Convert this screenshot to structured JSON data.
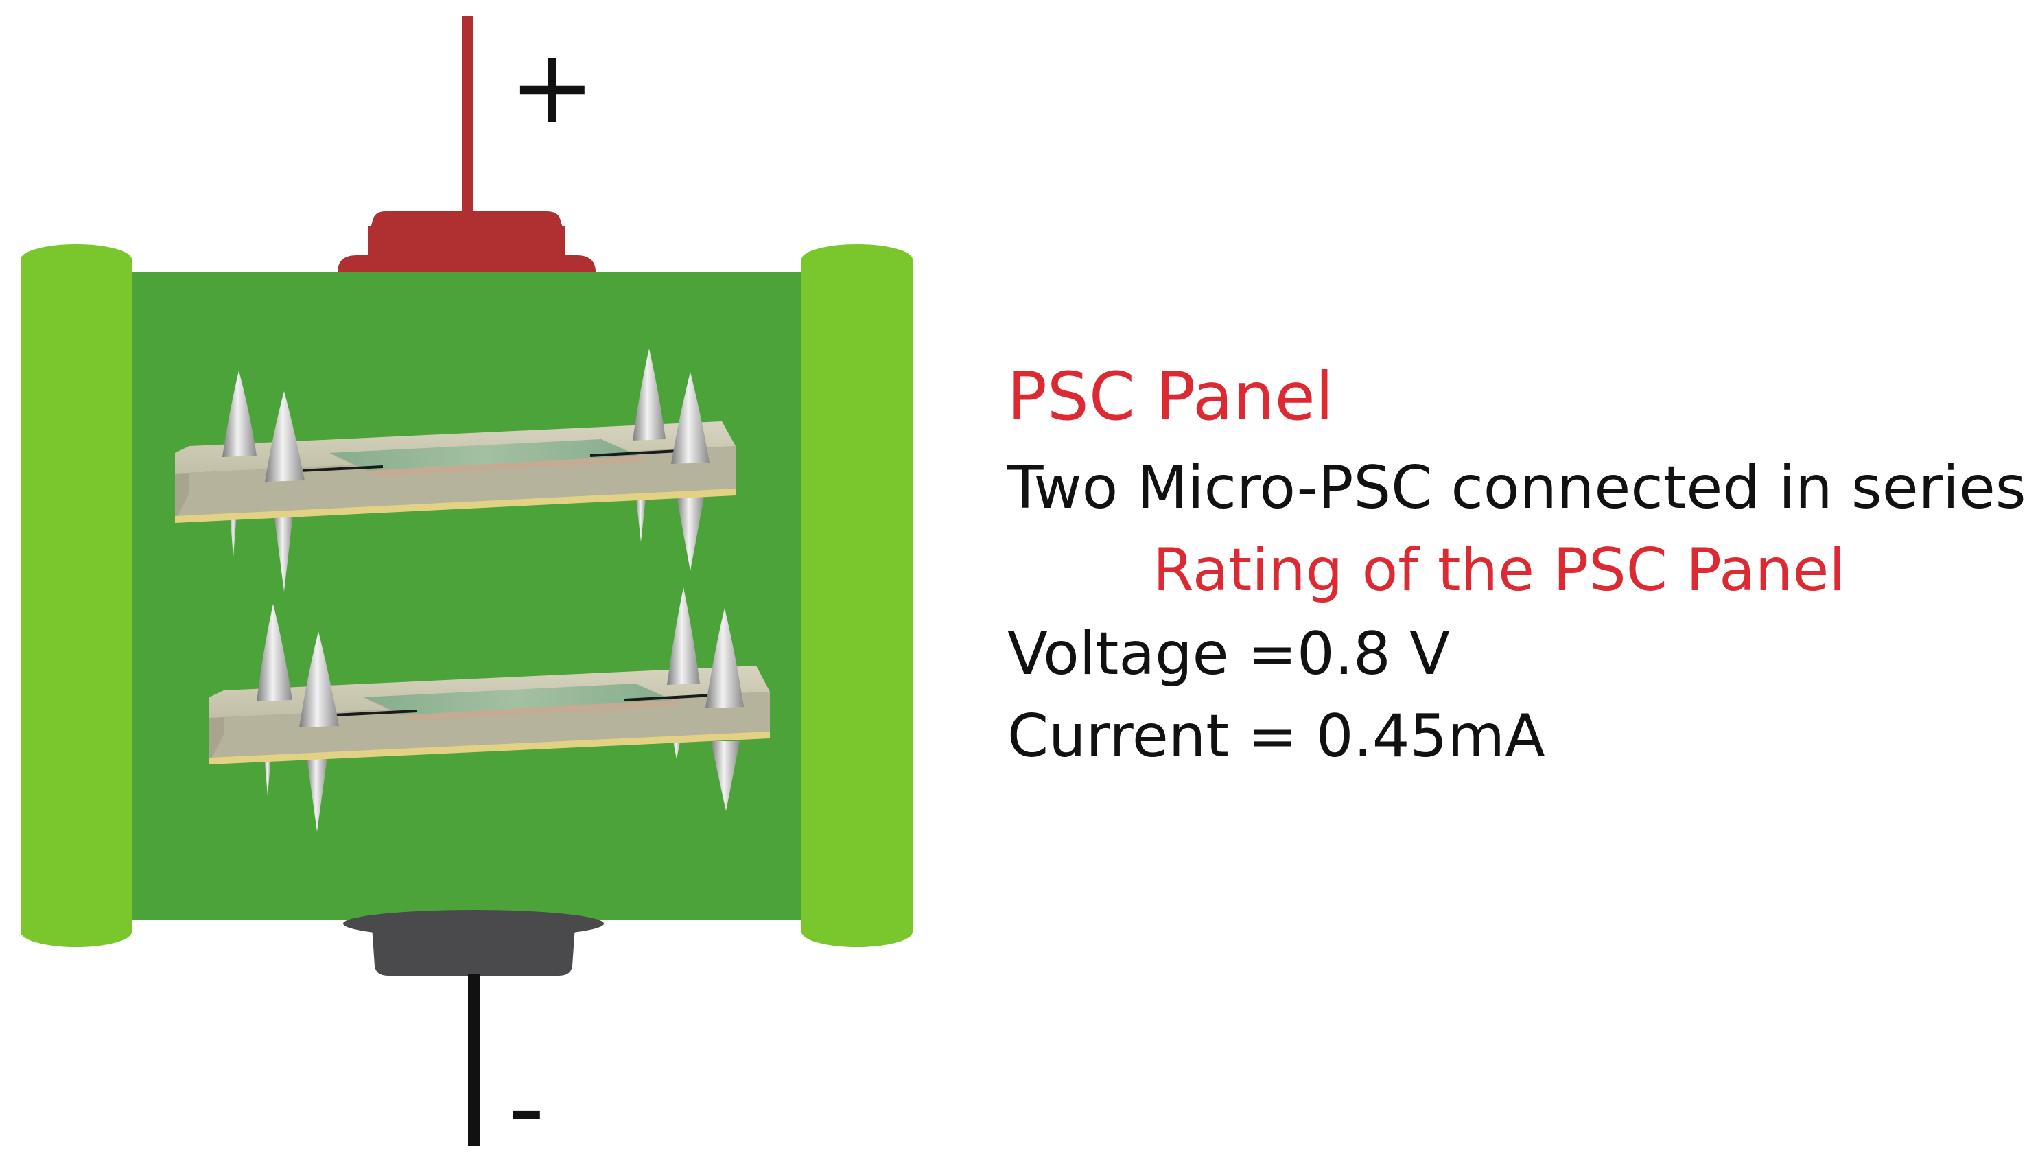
{
  "terminals": {
    "positive": "+",
    "negative": "-"
  },
  "panel": {
    "title": "PSC Panel",
    "description": "Two Micro-PSC connected in  series"
  },
  "rating": {
    "title": "Rating of the PSC Panel",
    "voltage": "Voltage =0.8 V",
    "current": "Current = 0.45mA"
  },
  "colors": {
    "panel_body": "#4ba339",
    "roller": "#79c72c",
    "positive_terminal": "#b03031",
    "negative_terminal": "#4a4a4c",
    "highlight_text": "#dd2a32",
    "body_text": "#111111",
    "slab_top": "#cac7b1",
    "slab_front": "#b4b19a",
    "slab_edge": "#e3d284",
    "film": "#8fb595",
    "spike": "#a6a6a6"
  }
}
